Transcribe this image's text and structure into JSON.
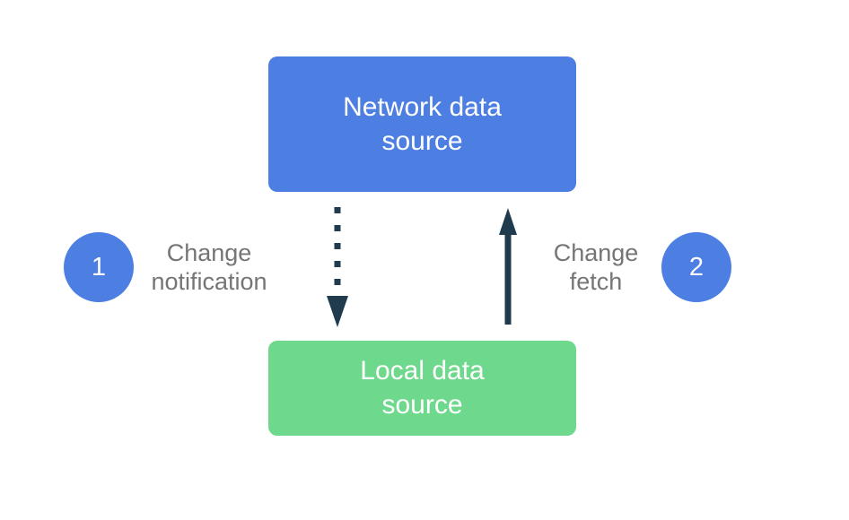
{
  "diagram": {
    "background": "#FFFFFF",
    "colors": {
      "network_box_fill": "#4D7FE3",
      "local_box_fill": "#6ED98C",
      "badge_fill": "#4D7FE3",
      "arrow_color": "#1F3B4D",
      "box_text_color": "#FFFFFF",
      "label_text_color": "#757575"
    },
    "nodes": {
      "network": {
        "lines": [
          "Network data",
          "source"
        ]
      },
      "local": {
        "lines": [
          "Local data",
          "source"
        ]
      }
    },
    "steps": [
      {
        "number": "1",
        "lines": [
          "Change",
          "notification"
        ]
      },
      {
        "number": "2",
        "lines": [
          "Change",
          "fetch"
        ]
      }
    ],
    "arrows": [
      {
        "name": "change-notification",
        "style": "dotted",
        "direction": "down",
        "from": "network",
        "to": "local"
      },
      {
        "name": "change-fetch",
        "style": "solid",
        "direction": "up",
        "from": "local",
        "to": "network"
      }
    ]
  }
}
